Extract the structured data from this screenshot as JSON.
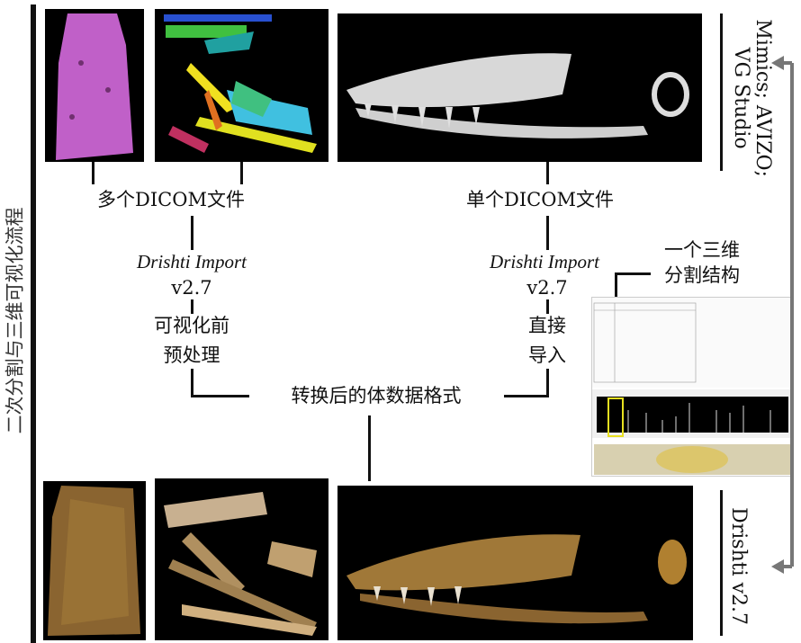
{
  "title": "二次分割与三维可视化流程",
  "top_software": "Mimics; AVIZO; VG Studio",
  "bottom_software": "Drishti v2.7",
  "left_branch": {
    "input": "多个DICOM文件",
    "tool": "Drishti Import",
    "version": "v2.7",
    "step_line1": "可视化前",
    "step_line2": "预处理"
  },
  "right_branch": {
    "input": "单个DICOM文件",
    "tool": "Drishti Import",
    "version": "v2.7",
    "step_line1": "直接",
    "step_line2": "导入"
  },
  "merge_label": "转换后的体数据格式",
  "segment_label_line1": "一个三维",
  "segment_label_line2": "分割结构",
  "colors": {
    "magenta": "#c060c8",
    "bone": "#d8d8d8",
    "volume": "#a07838",
    "arrow": "#777777",
    "highlight": "#e8e020"
  }
}
